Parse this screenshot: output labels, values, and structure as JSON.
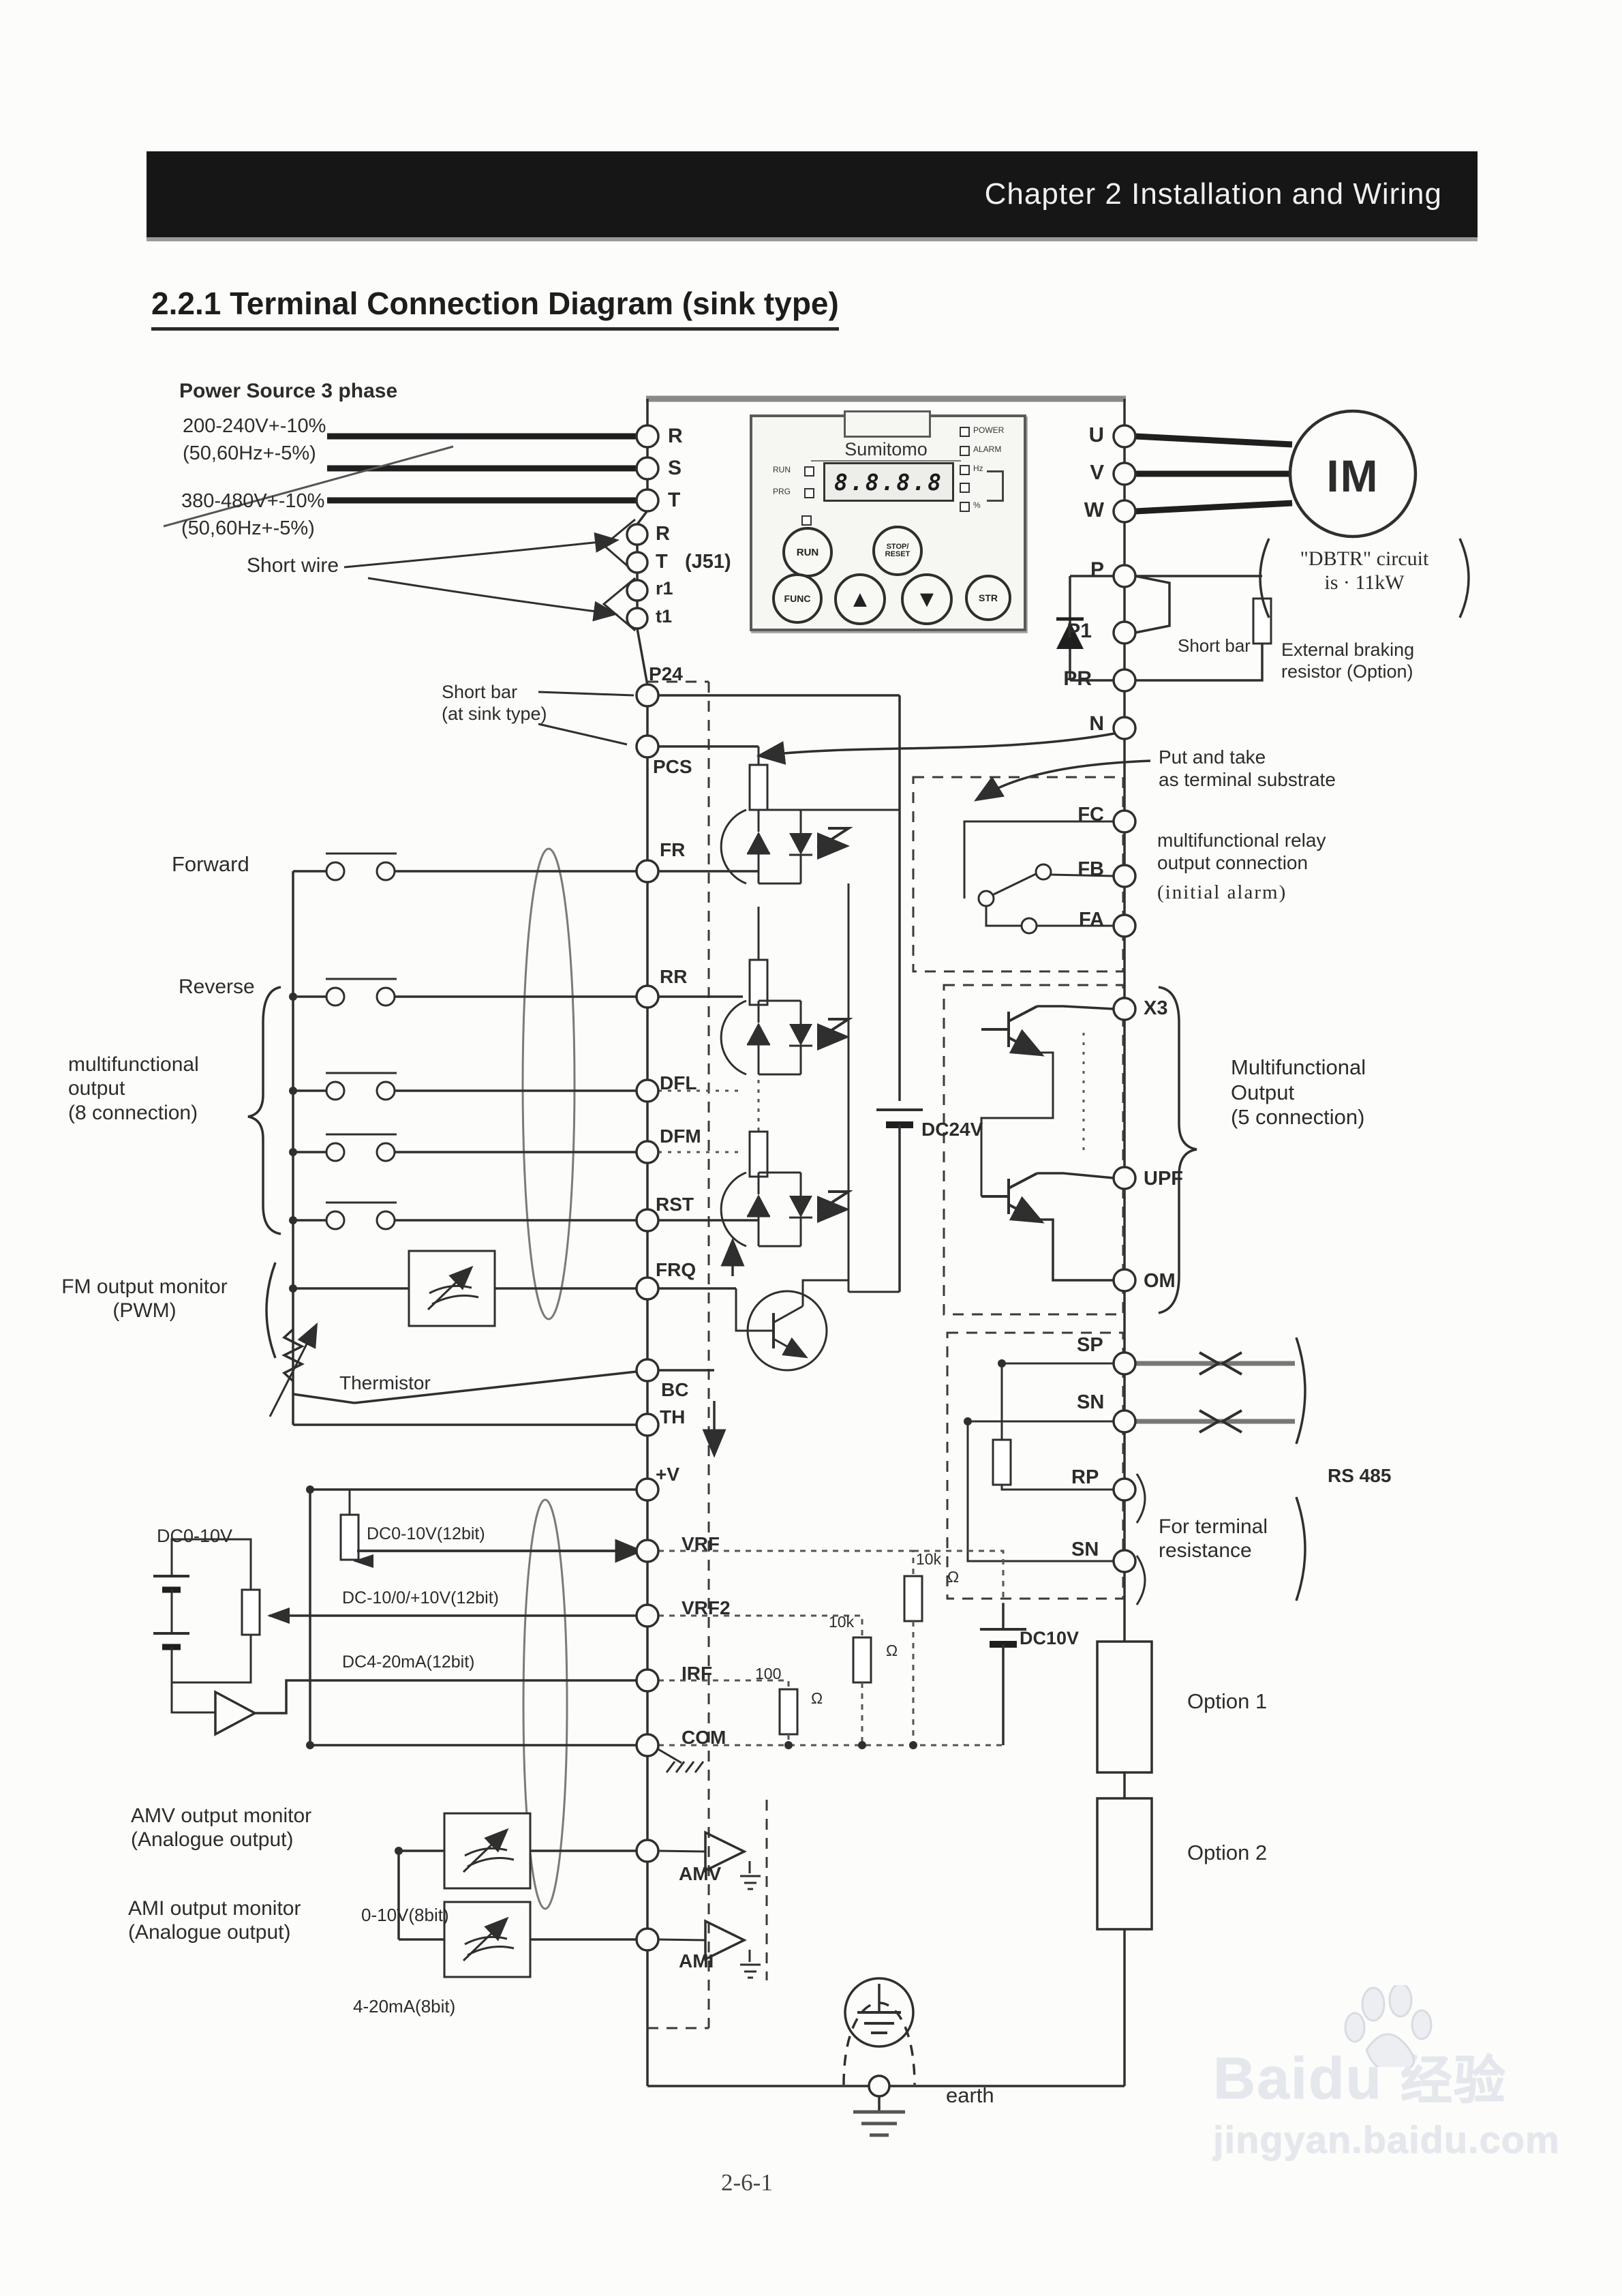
{
  "page": {
    "number": "2-6-1"
  },
  "header": {
    "title": "Chapter 2 Installation and Wiring"
  },
  "section": {
    "title": "2.2.1 Terminal Connection Diagram (sink type)"
  },
  "power": {
    "title": "Power Source 3 phase",
    "v1": "200-240V+-10%",
    "hz1": "(50,60Hz+-5%)",
    "v2": "380-480V+-10%",
    "hz2": "(50,60Hz+-5%)",
    "short_wire": "Short wire"
  },
  "keypad": {
    "brand": "Sumitomo",
    "display": "8.8.8.8",
    "led_run": "RUN",
    "led_prg": "PRG",
    "led_power": "POWER",
    "led_alarm": "ALARM",
    "led_hz": "Hz",
    "led_pct": "%",
    "btn_run": "RUN",
    "btn_stop": "STOP/\nRESET",
    "btn_func": "FUNC",
    "btn_up": "▲",
    "btn_down": "▼",
    "btn_str": "STR"
  },
  "term": {
    "r": "R",
    "s": "S",
    "t": "T",
    "r2": "R",
    "t2": "T",
    "j51": "(J51)",
    "r1": "r1",
    "t1": "t1",
    "p24": "P24",
    "pcs": "PCS",
    "fr": "FR",
    "rr": "RR",
    "dfl": "DFL",
    "dfm": "DFM",
    "rst": "RST",
    "frq": "FRQ",
    "bc": "BC",
    "th": "TH",
    "plusv": "+V",
    "vrf": "VRF",
    "vrf2": "VRF2",
    "irf": "IRF",
    "com": "COM",
    "amv": "AMV",
    "ami": "AMI",
    "u": "U",
    "v": "V",
    "w": "W",
    "p": "P",
    "p1": "P1",
    "pr": "PR",
    "n": "N",
    "fc": "FC",
    "fb": "FB",
    "fa": "FA",
    "x3": "X3",
    "upf": "UPF",
    "om": "OM",
    "sp": "SP",
    "sn1": "SN",
    "rp": "RP",
    "sn2": "SN"
  },
  "motor": {
    "label": "IM"
  },
  "right": {
    "dbtr": "\"DBTR\" circuit\nis · 11kW",
    "short_bar": "Short bar",
    "ext_res": "External braking\nresistor (Option)",
    "put_take": "Put and take\nas terminal substrate",
    "relay": "multifunctional relay\noutput connection",
    "relay_alarm": "(initial alarm)",
    "multi5": "Multifunctional\nOutput\n(5 connection)",
    "rs485": "RS 485",
    "term_res": "For terminal\nresistance",
    "option1": "Option 1",
    "option2": "Option 2",
    "earth": "earth"
  },
  "left": {
    "short_bar_sink": "Short bar\n(at sink type)",
    "forward": "Forward",
    "reverse": "Reverse",
    "multi8": "multifunctional\noutput\n(8 connection)",
    "fm": "FM output monitor\n(PWM)",
    "thermistor": "Thermistor",
    "dc010": "DC0-10V",
    "vrf_range": "DC0-10V(12bit)",
    "vrf2_range": "DC-10/0/+10V(12bit)",
    "irf_range": "DC4-20mA(12bit)",
    "amv_mon": "AMV output monitor\n(Analogue output)",
    "amv_range": "0-10V(8bit)",
    "ami_mon": "AMI output monitor\n(Analogue output)",
    "ami_range": "4-20mA(8bit)"
  },
  "internal": {
    "dc24v": "DC24V",
    "dc10v": "DC10V",
    "r10k_a": "10k",
    "r10k_b": "10k",
    "r100": "100",
    "ohm_a": "Ω",
    "ohm_b": "Ω",
    "ohm_c": "Ω"
  },
  "watermark": {
    "brand": "Baidu",
    "suffix": "经验",
    "url": "jingyan.baidu.com"
  }
}
